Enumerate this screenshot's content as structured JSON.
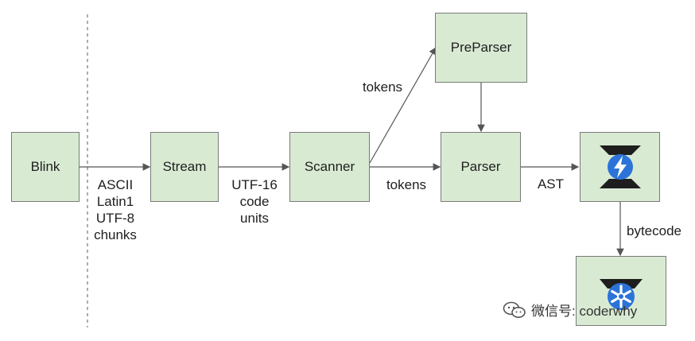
{
  "nodes": {
    "blink": "Blink",
    "stream": "Stream",
    "scanner": "Scanner",
    "preparser": "PreParser",
    "parser": "Parser",
    "ignition_icon": "v8-ignition-icon",
    "turbofan_icon": "v8-turbofan-icon"
  },
  "edges": {
    "blink_stream": [
      "ASCII",
      "Latin1",
      "UTF-8",
      "chunks"
    ],
    "stream_scanner": [
      "UTF-16",
      "code",
      "units"
    ],
    "scanner_parser": "tokens",
    "scanner_preparser": "tokens",
    "parser_ignition": "AST",
    "ignition_turbofan": "bytecode"
  },
  "watermark": "微信号: coderwhy",
  "colors": {
    "node_fill": "#d9ead3",
    "node_border": "#7a7a7a",
    "arrow": "#555555"
  }
}
